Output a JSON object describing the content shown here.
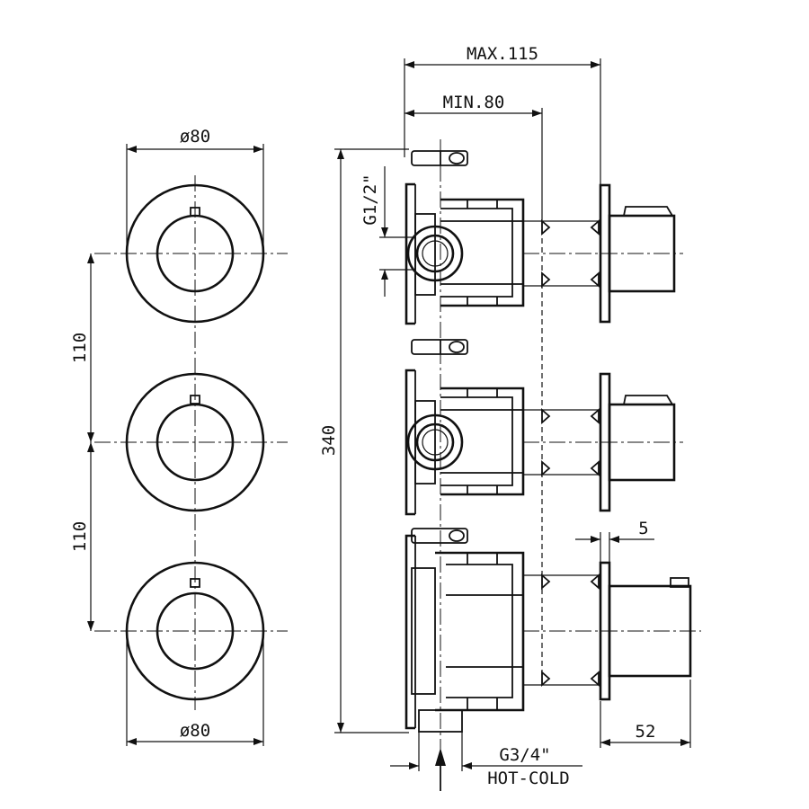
{
  "dimensions": {
    "max_depth": "MAX.115",
    "min_depth": "MIN.80",
    "plate_diameter_top": "ø80",
    "plate_diameter_bottom": "ø80",
    "spacing_upper": "110",
    "spacing_lower": "110",
    "total_height": "340",
    "outlet_thread": "G1/2\"",
    "inlet_thread": "G3/4\"",
    "inlet_label": "HOT-COLD",
    "plate_thickness": "5",
    "handle_projection": "52"
  },
  "colors": {
    "line": "#111111",
    "background": "#ffffff"
  }
}
